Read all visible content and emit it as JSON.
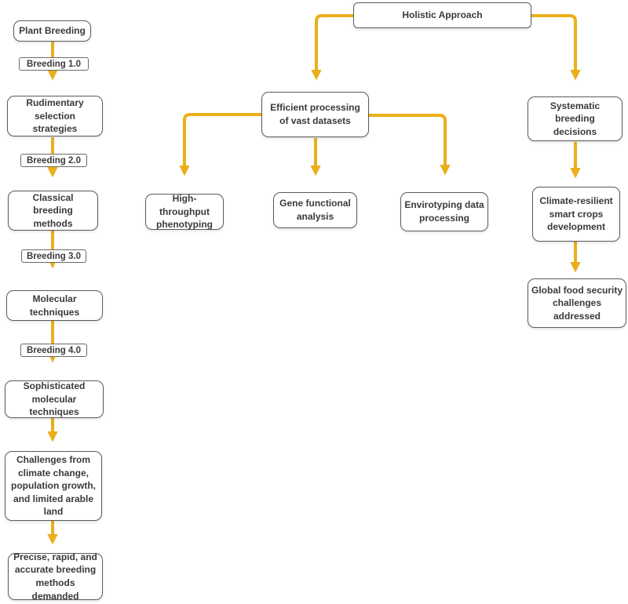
{
  "diagram": {
    "type": "flowchart",
    "colors": {
      "arrow": "#EAAF1B",
      "box_border": "#5b5b5b",
      "text": "#3a3a3a",
      "background": "#ffffff"
    },
    "nodes": {
      "plant_breeding": {
        "label": "Plant Breeding"
      },
      "breeding_1_0": {
        "label": "Breeding 1.0"
      },
      "rudimentary": {
        "label": "Rudimentary\nselection strategies"
      },
      "breeding_2_0": {
        "label": "Breeding 2.0"
      },
      "classical": {
        "label": "Classical breeding\nmethods"
      },
      "breeding_3_0": {
        "label": "Breeding 3.0"
      },
      "molecular": {
        "label": "Molecular techniques"
      },
      "breeding_4_0": {
        "label": "Breeding 4.0"
      },
      "sophisticated": {
        "label": "Sophisticated\nmolecular techniques"
      },
      "challenges": {
        "label": "Challenges from\nclimate change,\npopulation growth,\nand limited arable\nland"
      },
      "precise": {
        "label": "Precise, rapid, and\naccurate breeding\nmethods demanded"
      },
      "holistic": {
        "label": "Holistic Approach"
      },
      "efficient": {
        "label": "Efficient processing\nof vast datasets"
      },
      "high_throughput": {
        "label": "High-throughput\nphenotyping"
      },
      "gene_functional": {
        "label": "Gene functional\nanalysis"
      },
      "envirotyping": {
        "label": "Envirotyping data\nprocessing"
      },
      "systematic": {
        "label": "Systematic breeding\ndecisions"
      },
      "climate_resilient": {
        "label": "Climate-resilient\nsmart crops\ndevelopment"
      },
      "global_food": {
        "label": "Global food security\nchallenges\naddressed"
      }
    },
    "edges": [
      {
        "from": "plant_breeding",
        "to": "rudimentary",
        "via": "breeding_1_0"
      },
      {
        "from": "rudimentary",
        "to": "classical",
        "via": "breeding_2_0"
      },
      {
        "from": "classical",
        "to": "molecular",
        "via": "breeding_3_0"
      },
      {
        "from": "molecular",
        "to": "sophisticated",
        "via": "breeding_4_0"
      },
      {
        "from": "sophisticated",
        "to": "challenges"
      },
      {
        "from": "challenges",
        "to": "precise"
      },
      {
        "from": "holistic",
        "to": "efficient"
      },
      {
        "from": "holistic",
        "to": "systematic"
      },
      {
        "from": "efficient",
        "to": "high_throughput"
      },
      {
        "from": "efficient",
        "to": "gene_functional"
      },
      {
        "from": "efficient",
        "to": "envirotyping"
      },
      {
        "from": "systematic",
        "to": "climate_resilient"
      },
      {
        "from": "climate_resilient",
        "to": "global_food"
      }
    ]
  }
}
